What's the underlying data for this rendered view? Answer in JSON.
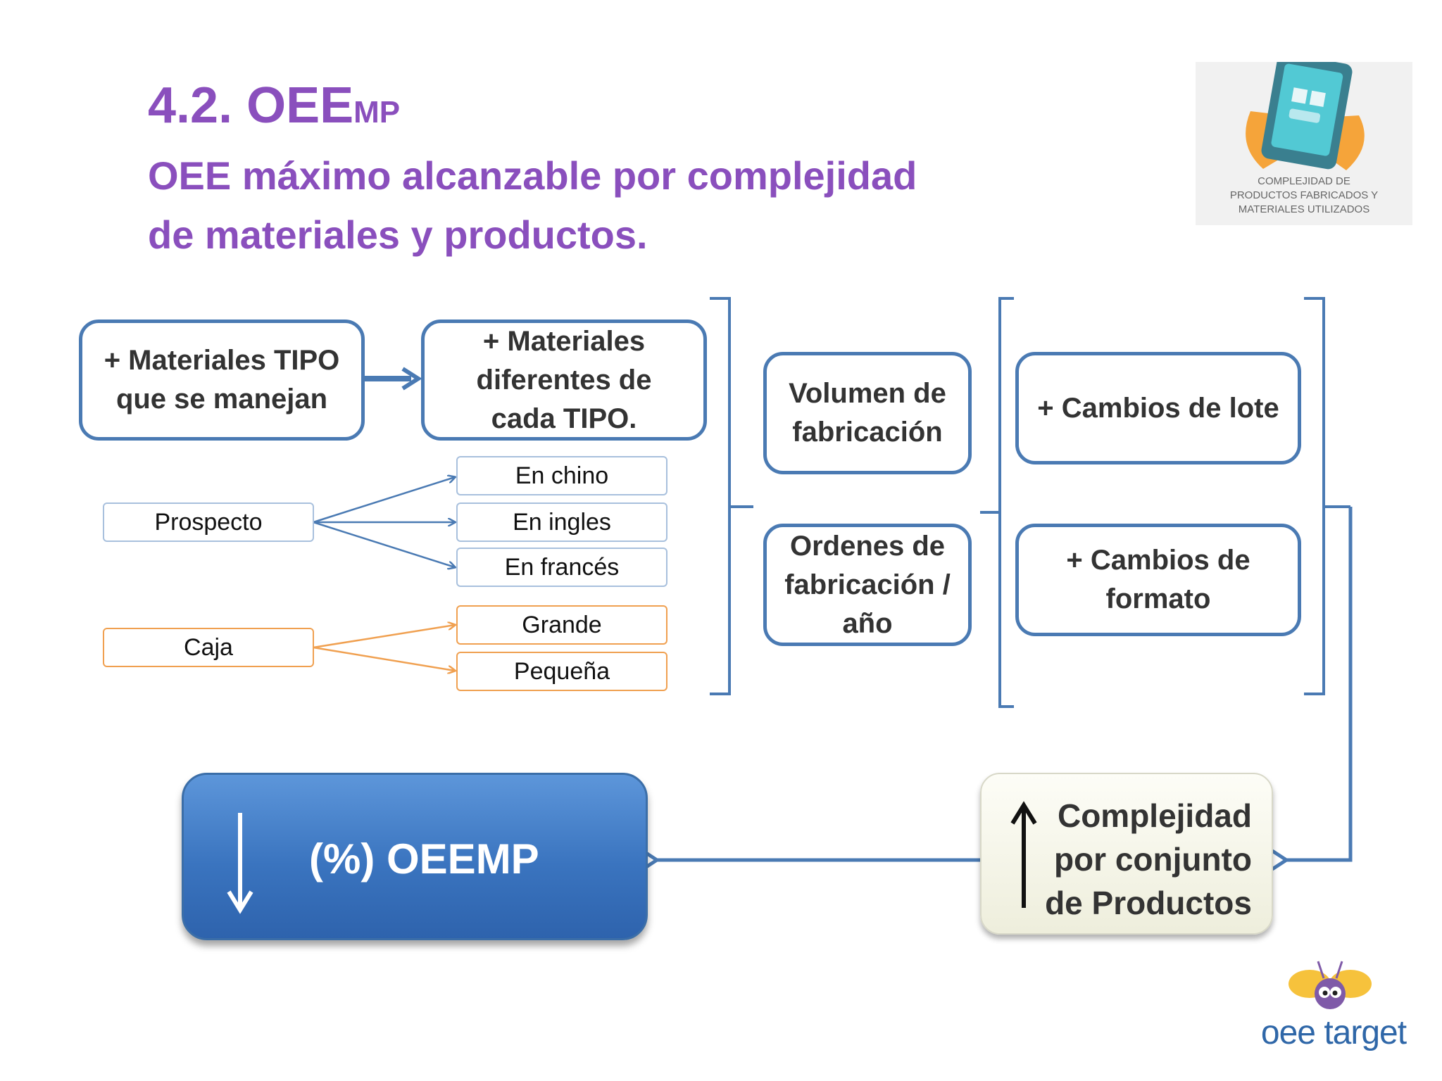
{
  "title": {
    "main": "4.2. OEE",
    "subscript": "MP",
    "subtitle_line1": "OEE máximo alcanzable por complejidad",
    "subtitle_line2": "de materiales y productos."
  },
  "logo_card": {
    "caption": "COMPLEJIDAD DE\nPRODUCTOS FABRICADOS Y\nMATERIALES UTILIZADOS",
    "icon": "tablet-hands-icon"
  },
  "boxes": {
    "materiales_tipo": "+ Materiales TIPO que se manejan",
    "materiales_diferentes": "+ Materiales diferentes de cada TIPO.",
    "volumen": "Volumen de fabricación",
    "ordenes": "Ordenes de fabricación / año",
    "cambios_lote": "+ Cambios de lote",
    "cambios_formato": "+ Cambios de formato"
  },
  "examples": {
    "prospecto": {
      "label": "Prospecto",
      "items": [
        "En chino",
        "En ingles",
        "En francés"
      ]
    },
    "caja": {
      "label": "Caja",
      "items": [
        "Grande",
        "Pequeña"
      ]
    }
  },
  "result": {
    "label": "(%) OEEMP",
    "arrow": "down-arrow-icon"
  },
  "complejidad": {
    "text": "Complejidad\npor conjunto\nde Productos",
    "arrow": "up-arrow-icon"
  },
  "brand": {
    "text": "oee target",
    "icon": "bee-icon"
  },
  "colors": {
    "title": "#8a4fbd",
    "box_border": "#4a7ab3",
    "orange": "#f0a050",
    "arrow_blue": "#4a7ab3"
  }
}
